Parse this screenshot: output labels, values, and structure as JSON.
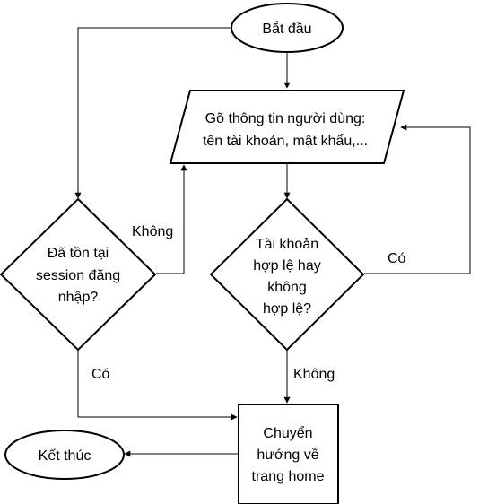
{
  "nodes": {
    "start": "Bắt đầu",
    "input_line1": "Gõ thông tin người dùng:",
    "input_line2": "tên tài khoản, mật khẩu,...",
    "session_line1": "Đã tồn tại",
    "session_line2": "session đăng",
    "session_line3": "nhập?",
    "valid_line1": "Tài khoản",
    "valid_line2": "hợp lệ hay",
    "valid_line3": "không",
    "valid_line4": "hợp lệ?",
    "redirect_line1": "Chuyển",
    "redirect_line2": "hướng về",
    "redirect_line3": "trang home",
    "end": "Kết thúc"
  },
  "edges": {
    "session_no": "Không",
    "session_yes": "Có",
    "valid_yes": "Có",
    "valid_no": "Không"
  }
}
